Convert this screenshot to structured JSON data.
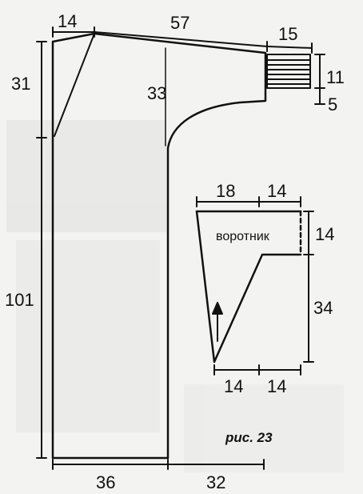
{
  "figure_label": "рис. 23",
  "main_pattern": {
    "dims": {
      "top_left": "14",
      "top_middle": "57",
      "top_right": "15",
      "cuff_height": "11",
      "cuff_gap": "5",
      "left_upper": "31",
      "left_total": "101",
      "inner": "33",
      "bottom_left": "36",
      "bottom_right": "32"
    }
  },
  "collar": {
    "label": "воротник",
    "dims": {
      "top_left": "18",
      "top_right": "14",
      "right_upper": "14",
      "right_lower": "34",
      "bottom_left": "14",
      "bottom_right": "14"
    }
  }
}
